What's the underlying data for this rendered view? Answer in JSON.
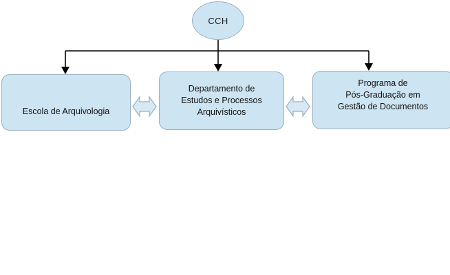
{
  "diagram": {
    "title_node": {
      "label": "CCH",
      "shape": "ellipse"
    },
    "nodes": [
      {
        "id": "escola",
        "label": "Escola de Arquivologia",
        "shape": "rounded-rectangle"
      },
      {
        "id": "departamento",
        "label": "Departamento de\nEstudos e Processos\nArquivísticos",
        "shape": "rounded-rectangle"
      },
      {
        "id": "programa",
        "label": "Programa de\nPós-Graduação em\nGestão de Documentos",
        "shape": "rounded-rectangle"
      }
    ],
    "connectors": {
      "hierarchy_arrow_down": "arrow-down",
      "bidirectional_1": "double-arrow-horizontal",
      "bidirectional_2": "double-arrow-horizontal"
    },
    "colors": {
      "node_fill": "#cde4f2",
      "node_stroke": "#9aafbe",
      "connector_stroke": "#000000",
      "arrow_fill": "#d6e9f5",
      "background": "#ffffff",
      "text": "#121212"
    }
  }
}
